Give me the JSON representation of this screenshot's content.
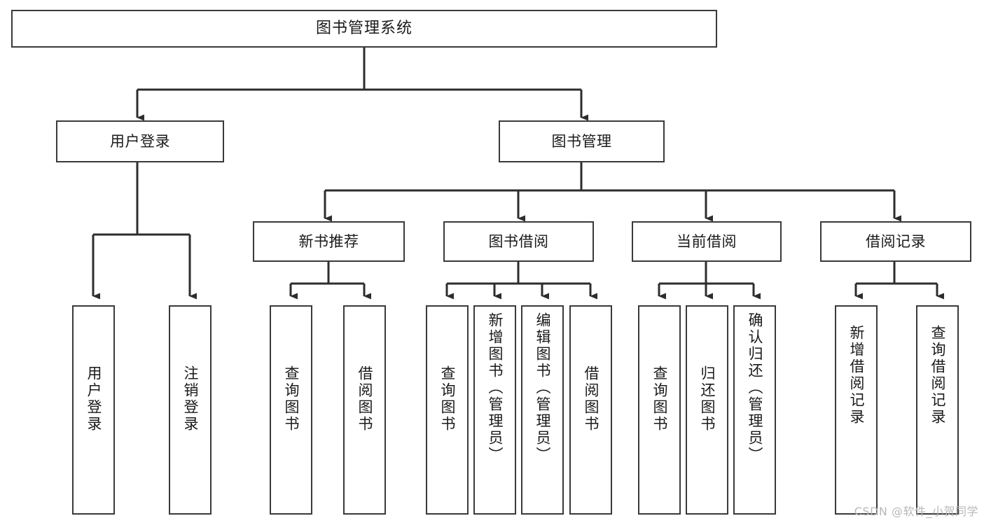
{
  "diagram": {
    "title": "图书管理系统",
    "type": "tree-hierarchy",
    "orientation": "top-down",
    "box_fill": "#ffffff",
    "box_stroke": "#3a3a3a",
    "connector_color": "#2d2d2d",
    "text_color": "#1a1a1a"
  },
  "root": {
    "label": "图书管理系统"
  },
  "level2": {
    "user_login": {
      "label": "用户登录"
    },
    "book_manage": {
      "label": "图书管理"
    }
  },
  "level3": {
    "new_book_recommend": {
      "label": "新书推荐"
    },
    "book_borrow": {
      "label": "图书借阅"
    },
    "current_borrow": {
      "label": "当前借阅"
    },
    "borrow_record": {
      "label": "借阅记录"
    }
  },
  "leaves": {
    "user_login": [
      {
        "label": "用户登录"
      },
      {
        "label": "注销登录"
      }
    ],
    "new_book_recommend": [
      {
        "label": "查询图书"
      },
      {
        "label": "借阅图书"
      }
    ],
    "book_borrow": [
      {
        "label": "查询图书"
      },
      {
        "label": "新增图书（管理员）"
      },
      {
        "label": "编辑图书（管理员）"
      },
      {
        "label": "借阅图书"
      }
    ],
    "current_borrow": [
      {
        "label": "查询图书"
      },
      {
        "label": "归还图书"
      },
      {
        "label": "确认归还（管理员）"
      }
    ],
    "borrow_record": [
      {
        "label": "新增借阅记录"
      },
      {
        "label": "查询借阅记录"
      }
    ]
  },
  "watermark": {
    "text": "CSDN @软件_小贺同学"
  }
}
